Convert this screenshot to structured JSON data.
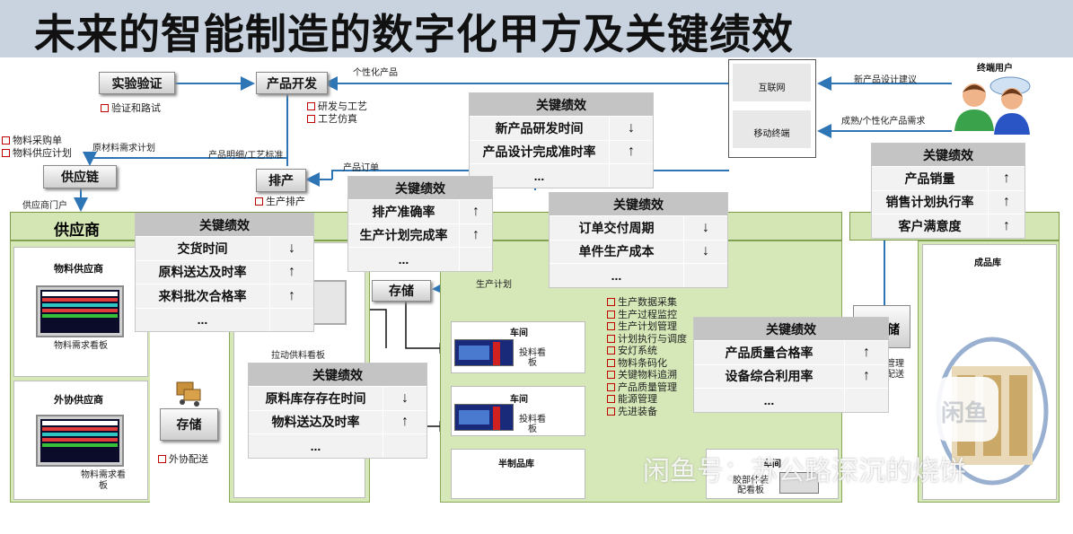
{
  "title": "未来的智能制造的数字化甲方及关键绩效",
  "nodes": {
    "experiment": "实验验证",
    "product_dev": "产品开发",
    "supply_chain": "供应链",
    "scheduling": "排产",
    "storage_mid": "存储",
    "storage_left": "存储",
    "internet": "互联网",
    "mobile": "移动终端",
    "end_user": "终端用户"
  },
  "labels": {
    "personalized": "个性化产品",
    "new_product_suggest": "新产品设计建议",
    "mature_demand": "成熟/个性化产品需求",
    "raw_material_plan": "原材料需求计划",
    "product_spec": "产品明细/工艺标准",
    "product_order": "产品订单",
    "supplier_portal": "供应商门户",
    "production_plan": "生产计划",
    "pull_board": "拉动供料看板",
    "material_demand_board_1": "物料需求看板",
    "material_demand_board_2": "物料需求看板",
    "feed_board_1": "投料看板",
    "feed_board_2": "投料看板",
    "assembly_board": "胶部件装配看板",
    "mgmt_delivery": "管理配送"
  },
  "bullets": {
    "experiment": [
      "验证和路试"
    ],
    "product_dev": [
      "研发与工艺",
      "工艺仿真"
    ],
    "supply_chain": [
      "物料采购单",
      "物料供应计划"
    ],
    "scheduling": [
      "生产排产"
    ],
    "outsource": [
      "外协配送"
    ],
    "workshop": [
      "生产数据采集",
      "生产过程监控",
      "生产计划管理",
      "计划执行与调度",
      "安灯系统",
      "物料条码化",
      "关键物料追溯",
      "产品质量管理",
      "能源管理",
      "先进装备"
    ]
  },
  "regions": {
    "supplier": "供应商",
    "material_supplier": "物料供应商",
    "outsource_supplier": "外协供应商",
    "finished_store": "成品库",
    "workshop_1": "车间",
    "workshop_2": "车间",
    "workshop_3": "车间",
    "semi_store": "半制品库"
  },
  "kpi_header": "关键绩效",
  "kpis": {
    "rd": {
      "rows": [
        {
          "label": "新产品研发时间",
          "arrow": "↓"
        },
        {
          "label": "产品设计完成准时率",
          "arrow": "↑"
        },
        {
          "label": "...",
          "arrow": ""
        }
      ]
    },
    "sched": {
      "rows": [
        {
          "label": "排产准确率",
          "arrow": "↑"
        },
        {
          "label": "生产计划完成率",
          "arrow": "↑"
        },
        {
          "label": "...",
          "arrow": ""
        }
      ]
    },
    "order": {
      "rows": [
        {
          "label": "订单交付周期",
          "arrow": "↓"
        },
        {
          "label": "单件生产成本",
          "arrow": "↓"
        },
        {
          "label": "...",
          "arrow": ""
        }
      ]
    },
    "sales": {
      "rows": [
        {
          "label": "产品销量",
          "arrow": "↑"
        },
        {
          "label": "销售计划执行率",
          "arrow": "↑"
        },
        {
          "label": "客户满意度",
          "arrow": "↑"
        }
      ]
    },
    "supplier": {
      "rows": [
        {
          "label": "交货时间",
          "arrow": "↓"
        },
        {
          "label": "原料送达及时率",
          "arrow": "↑"
        },
        {
          "label": "来料批次合格率",
          "arrow": "↑"
        },
        {
          "label": "...",
          "arrow": ""
        }
      ]
    },
    "raw": {
      "rows": [
        {
          "label": "原料库存存在时间",
          "arrow": "↓"
        },
        {
          "label": "物料送达及时率",
          "arrow": "↑"
        },
        {
          "label": "...",
          "arrow": ""
        }
      ]
    },
    "quality": {
      "rows": [
        {
          "label": "产品质量合格率",
          "arrow": "↑"
        },
        {
          "label": "设备综合利用率",
          "arrow": "↑"
        },
        {
          "label": "...",
          "arrow": ""
        }
      ]
    }
  },
  "watermark": "闲鱼号：苏公路深沉的烧饼",
  "watermark_logo": "闲鱼",
  "colors": {
    "accent_blue": "#2e75b6",
    "bullet_red": "#c00000",
    "region_green": "#d6e8b8"
  }
}
